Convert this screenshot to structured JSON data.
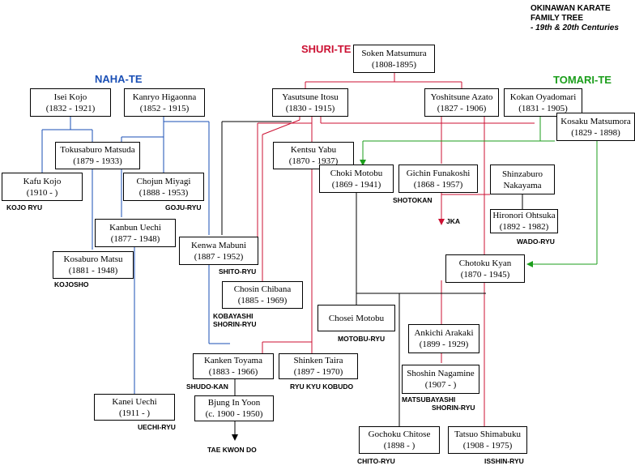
{
  "title": {
    "line1": "OKINAWAN KARATE",
    "line2": "FAMILY TREE",
    "line3": "- 19th & 20th Centuries"
  },
  "headings": {
    "naha_te": "NAHA-TE",
    "shuri_te": "SHURI-TE",
    "tomari_te": "TOMARI-TE"
  },
  "colors": {
    "naha": "#1a4fb5",
    "shuri": "#cc1133",
    "tomari": "#1b9e1b",
    "neutral": "#000000"
  },
  "people": {
    "matsumura": {
      "name": "Soken Matsumura",
      "years": "(1808-1895)"
    },
    "isei_kojo": {
      "name": "Isei Kojo",
      "years": "(1832 - 1921)"
    },
    "higaonna": {
      "name": "Kanryo Higaonna",
      "years": "(1852 - 1915)"
    },
    "itosu": {
      "name": "Yasutsune Itosu",
      "years": "(1830 - 1915)"
    },
    "azato": {
      "name": "Yoshitsune Azato",
      "years": "(1827 - 1906)"
    },
    "oyadomari": {
      "name": "Kokan Oyadomari",
      "years": "(1831 - 1905)"
    },
    "kosaku_matsumora": {
      "name": "Kosaku Matsumora",
      "years": "(1829 - 1898)"
    },
    "tokusaburo": {
      "name": "Tokusaburo Matsuda",
      "years": "(1879 - 1933)"
    },
    "kentsu_yabu": {
      "name": "Kentsu Yabu",
      "years": "(1870 - 1937)"
    },
    "kafu_kojo": {
      "name": "Kafu Kojo",
      "years": "(1910 -      )"
    },
    "miyagi": {
      "name": "Chojun Miyagi",
      "years": "(1888 - 1953)"
    },
    "choki_motobu": {
      "name": "Choki Motobu",
      "years": "(1869 - 1941)"
    },
    "funakoshi": {
      "name": "Gichin Funakoshi",
      "years": "(1868 - 1957)"
    },
    "nakayama": {
      "name": "Shinzaburo",
      "years": "Nakayama"
    },
    "kanbun_uechi": {
      "name": "Kanbun Uechi",
      "years": "(1877 - 1948)"
    },
    "mabuni": {
      "name": "Kenwa Mabuni",
      "years": "(1887 - 1952)"
    },
    "ohtsuka": {
      "name": "Hironori Ohtsuka",
      "years": "(1892 - 1982)"
    },
    "kosaburo": {
      "name": "Kosaburo Matsu",
      "years": "(1881 - 1948)"
    },
    "kyan": {
      "name": "Chotoku Kyan",
      "years": "(1870 - 1945)"
    },
    "chibana": {
      "name": "Chosin Chibana",
      "years": "(1885 - 1969)"
    },
    "chosei_motobu": {
      "name": "Chosei Motobu",
      "years": ""
    },
    "arakaki": {
      "name": "Ankichi Arakaki",
      "years": "(1899 - 1929)"
    },
    "toyama": {
      "name": "Kanken Toyama",
      "years": "(1883 - 1966)"
    },
    "taira": {
      "name": "Shinken Taira",
      "years": "(1897 - 1970)"
    },
    "nagamine": {
      "name": "Shoshin Nagamine",
      "years": "(1907 -      )"
    },
    "kanei_uechi": {
      "name": "Kanei Uechi",
      "years": "(1911 -      )"
    },
    "yoon": {
      "name": "Bjung In Yoon",
      "years": "(c. 1900 - 1950)"
    },
    "chitose": {
      "name": "Gochoku Chitose",
      "years": "(1898 -      )"
    },
    "shimabuku": {
      "name": "Tatsuo Shimabuku",
      "years": "(1908 - 1975)"
    }
  },
  "styles": {
    "kojo_ryu": "KOJO RYU",
    "goju_ryu": "GOJU-RYU",
    "shotokan": "SHOTOKAN",
    "jka": "JKA",
    "wado_ryu": "WADO-RYU",
    "shito_ryu": "SHITO-RYU",
    "kojosho": "KOJOSHO",
    "kobayashi_line1": "KOBAYASHI",
    "kobayashi_line2": "SHORIN-RYU",
    "motobu_ryu": "MOTOBU-RYU",
    "shudo_kan": "SHUDO-KAN",
    "ryu_kyu_kobudo": "RYU KYU KOBUDO",
    "matsubayashi_line1": "MATSUBAYASHI",
    "matsubayashi_line2": "SHORIN-RYU",
    "uechi_ryu": "UECHI-RYU",
    "tae_kwon_do": "TAE KWON DO",
    "chito_ryu": "CHITO-RYU",
    "isshin_ryu": "ISSHIN-RYU"
  }
}
